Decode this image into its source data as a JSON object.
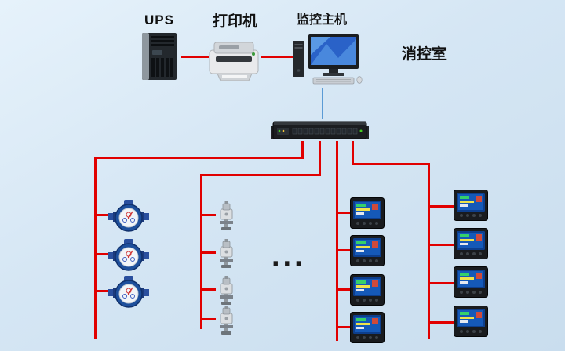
{
  "diagram": {
    "labels": {
      "ups": "UPS",
      "printer": "打印机",
      "host": "监控主机",
      "room": "消控室",
      "ellipsis": "..."
    },
    "colors": {
      "background_top": "#e6f2fb",
      "background_bottom": "#c9ddee",
      "bus_line_red": "#e10000",
      "uplink_blue": "#5b9bd5"
    },
    "devices": {
      "ups": {
        "type": "ups-tower",
        "count": 1
      },
      "printer": {
        "type": "laser-printer",
        "count": 1
      },
      "host": {
        "type": "monitoring-host-pc",
        "count": 1
      },
      "collector": {
        "type": "rack-data-collector-switch",
        "count": 1
      },
      "water_meters": {
        "type": "water-meter",
        "count": 3
      },
      "valve_transmitters": {
        "type": "valve-transmitter",
        "count": 4
      },
      "power_meters_left_column": {
        "type": "digital-power-meter",
        "count": 4
      },
      "power_meters_right_column": {
        "type": "digital-power-meter",
        "count": 4
      }
    },
    "links": [
      "UPS — 打印机 (red)",
      "打印机 — 监控主机 (red)",
      "监控主机 — data collector (blue)",
      "collector — water-meter branch (red)",
      "collector — valve branch (red)",
      "collector — power-meter branch 1 (red)",
      "collector — power-meter branch 2 (red)"
    ]
  }
}
